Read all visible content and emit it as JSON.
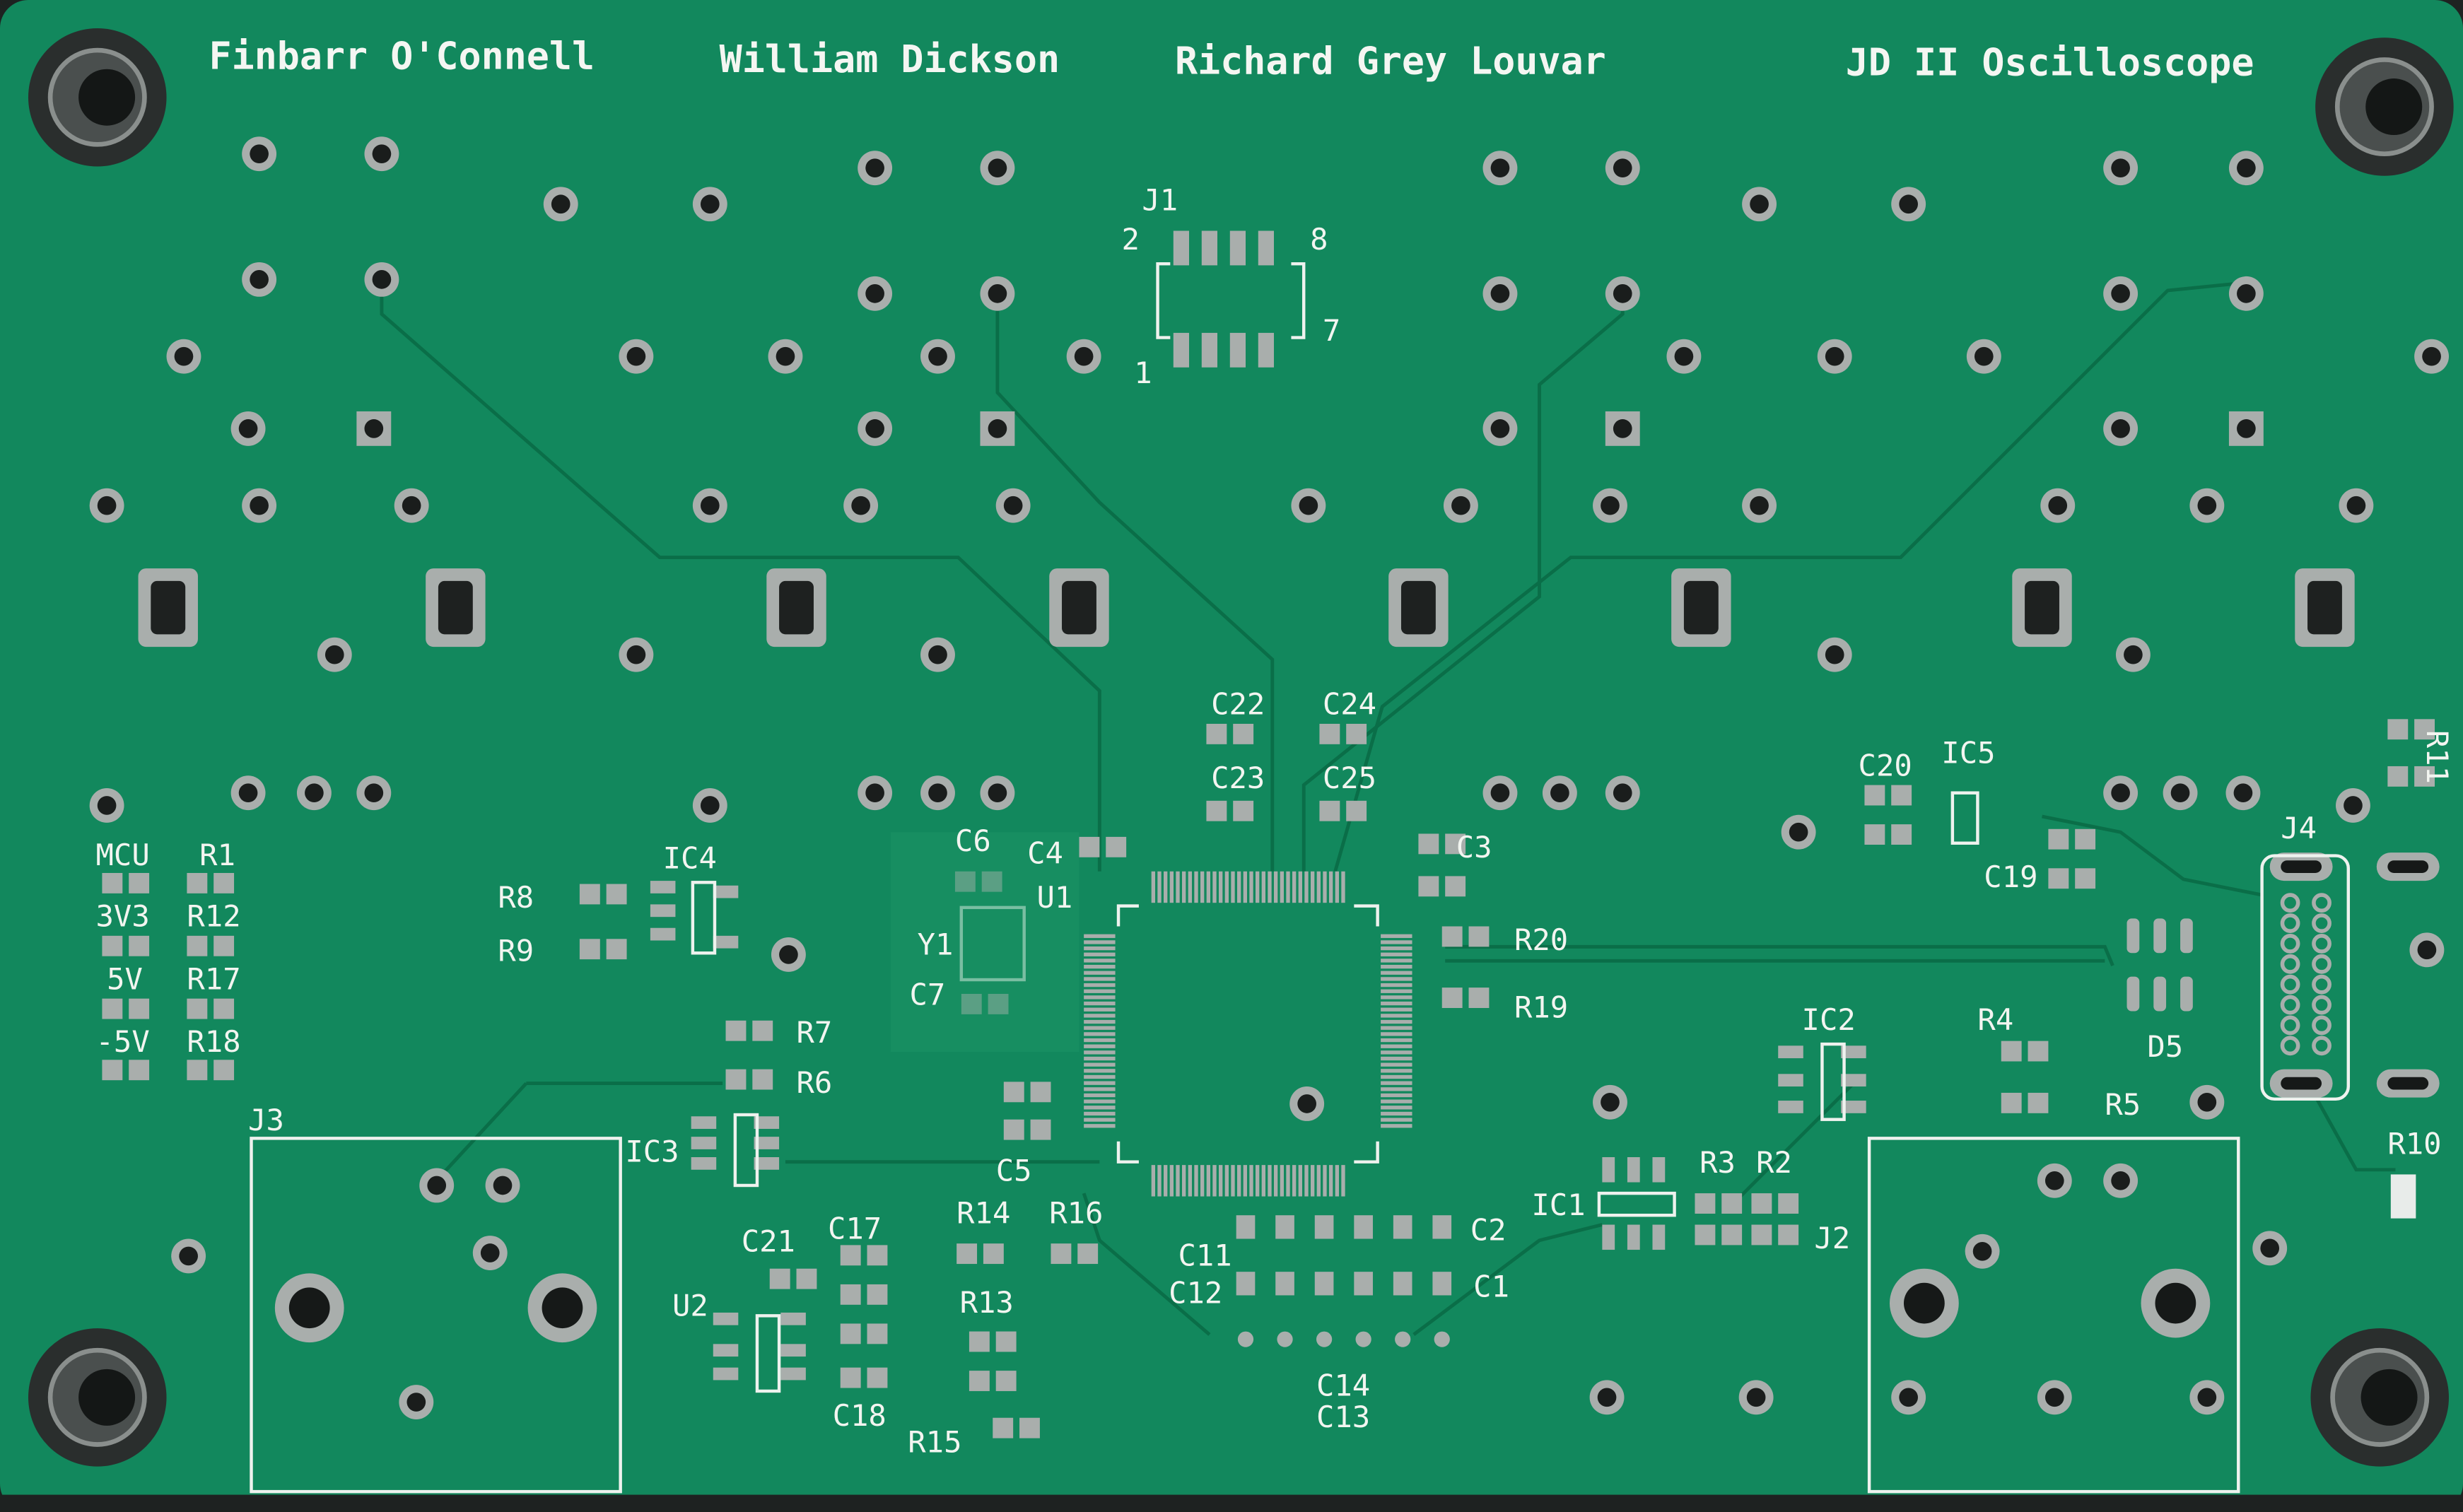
{
  "board": {
    "colors": {
      "soldermask": "#12885d",
      "silkscreen": "#f2f5f0",
      "pad": "#a9aeac",
      "background": "#1e2221"
    },
    "titles": {
      "author1": "Finbarr O'Connell",
      "author2": "William Dickson",
      "author3": "Richard Grey Louvar",
      "project": "JD II Oscilloscope"
    },
    "labels": {
      "J1": "J1",
      "J1p2": "2",
      "J1p8": "8",
      "J1p1": "1",
      "J1p7": "7",
      "C22": "C22",
      "C24": "C24",
      "C23": "C23",
      "C25": "C25",
      "C20": "C20",
      "IC5": "IC5",
      "R11": "R11",
      "C19": "C19",
      "J4": "J4",
      "C6": "C6",
      "C4": "C4",
      "U1": "U1",
      "C3": "C3",
      "R8": "R8",
      "IC4": "IC4",
      "R9": "R9",
      "Y1": "Y1",
      "C7": "C7",
      "R20": "R20",
      "R19": "R19",
      "MCU": "MCU",
      "R1": "R1",
      "V33": "3V3",
      "R12": "R12",
      "V5": "5V",
      "R17": "R17",
      "Vn5": "-5V",
      "R18": "R18",
      "R7": "R7",
      "R6": "R6",
      "J3": "J3",
      "IC3": "IC3",
      "C5": "C5",
      "IC2": "IC2",
      "R4": "R4",
      "D5": "D5",
      "R5": "R5",
      "R10": "R10",
      "R3": "R3",
      "R2": "R2",
      "IC1": "IC1",
      "J2": "J2",
      "C21": "C21",
      "C17": "C17",
      "R14": "R14",
      "R16": "R16",
      "C11": "C11",
      "C2": "C2",
      "C12": "C12",
      "C1": "C1",
      "U2": "U2",
      "R13": "R13",
      "C18": "C18",
      "R15": "R15",
      "C14": "C14",
      "C13": "C13"
    }
  }
}
